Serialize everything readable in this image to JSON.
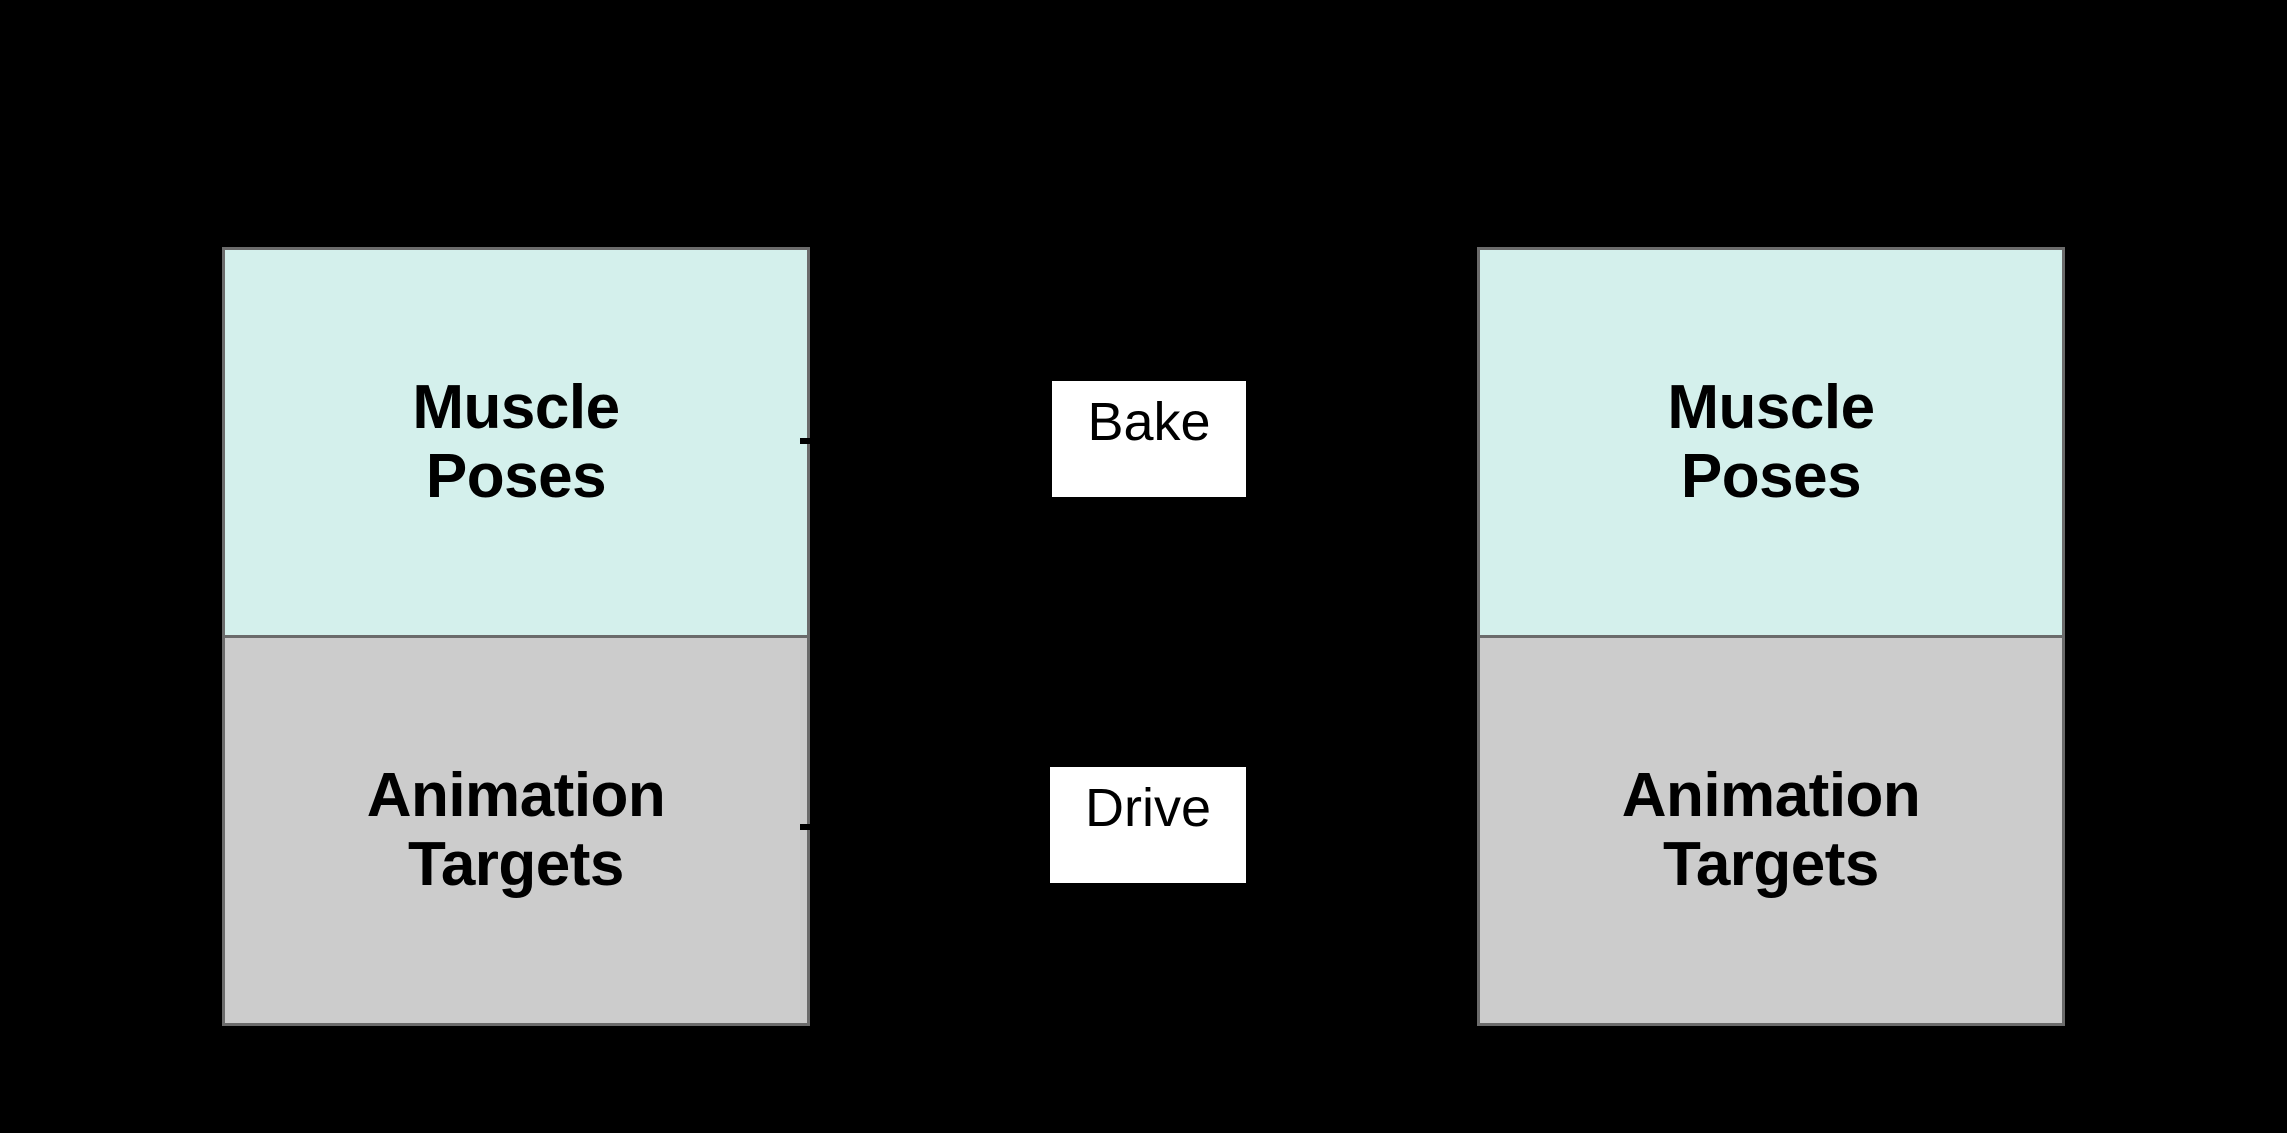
{
  "diagram": {
    "type": "flow-diagram",
    "background_color": "#000000",
    "nodes": [
      {
        "id": "left-group",
        "cells": [
          {
            "id": "left-muscle-poses",
            "label": "Muscle\nPoses",
            "fill": "#d4f0ec",
            "border": "#6b6b6b"
          },
          {
            "id": "left-animation-targets",
            "label": "Animation\nTargets",
            "fill": "#cccccc",
            "border": "#6b6b6b"
          }
        ]
      },
      {
        "id": "right-group",
        "cells": [
          {
            "id": "right-muscle-poses",
            "label": "Muscle\nPoses",
            "fill": "#d4f0ec",
            "border": "#6b6b6b"
          },
          {
            "id": "right-animation-targets",
            "label": "Animation\nTargets",
            "fill": "#cccccc",
            "border": "#6b6b6b"
          }
        ]
      }
    ],
    "edges": [
      {
        "id": "edge-bake",
        "label": "Bake",
        "from": "left-muscle-poses",
        "to": "right-muscle-poses",
        "label_bg": "#ffffff",
        "label_color": "#000000"
      },
      {
        "id": "edge-drive",
        "label": "Drive",
        "from": "left-animation-targets",
        "to": "right-animation-targets",
        "label_bg": "#ffffff",
        "label_color": "#000000"
      }
    ]
  }
}
